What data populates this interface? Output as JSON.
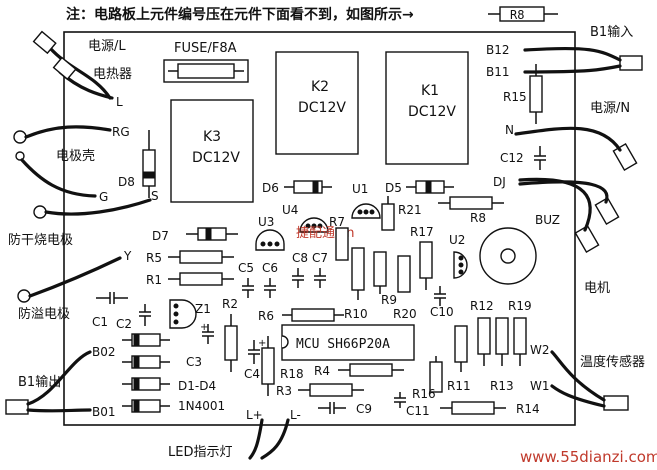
{
  "note": {
    "text": "注：电路板上元件编号压在元件下面看不到，如图所示→",
    "example": "R8"
  },
  "board": {
    "fuse": "FUSE/F8A",
    "relays": [
      {
        "name": "K3",
        "rating": "DC12V"
      },
      {
        "name": "K2",
        "rating": "DC12V"
      },
      {
        "name": "K1",
        "rating": "DC12V"
      }
    ],
    "mcu": "MCU SH66P20A",
    "buzzer": "BUZ",
    "watermark": "捷配通 cn"
  },
  "callouts": {
    "power_l": "电源/L",
    "heater": "电热器",
    "shell": "电极壳",
    "dry_burn": "防干烧电极",
    "overflow": "防溢电极",
    "b1_out": "B1输出",
    "led": "LED指示灯",
    "b1_in": "B1输入",
    "power_n": "电源/N",
    "motor": "电机",
    "temp_sensor": "温度传感器"
  },
  "terminals": {
    "L": "L",
    "RG": "RG",
    "G": "G",
    "S": "S",
    "Y": "Y",
    "B02": "B02",
    "B01": "B01",
    "L_plus": "L+",
    "L_minus": "L-",
    "B12": "B12",
    "B11": "B11",
    "N": "N",
    "DJ": "DJ",
    "W2": "W2",
    "W1": "W1"
  },
  "components": {
    "D8": "D8",
    "D7": "D7",
    "D6": "D6",
    "D5": "D5",
    "D1_D4": "D1-D4",
    "diode_type": "1N4001",
    "U1": "U1",
    "U2": "U2",
    "U3": "U3",
    "U4": "U4",
    "Z1": "Z1",
    "C1": "C1",
    "C2": "C2",
    "C3": "C3",
    "C4": "C4",
    "C5": "C5",
    "C6": "C6",
    "C7": "C7",
    "C8": "C8",
    "C9": "C9",
    "C10": "C10",
    "C11": "C11",
    "C12": "C12",
    "R1": "R1",
    "R2": "R2",
    "R3": "R3",
    "R4": "R4",
    "R5": "R5",
    "R6": "R6",
    "R7": "R7",
    "R8": "R8",
    "R9": "R9",
    "R10": "R10",
    "R11": "R11",
    "R12": "R12",
    "R13": "R13",
    "R14": "R14",
    "R15": "R15",
    "R16": "R16",
    "R17": "R17",
    "R18": "R18",
    "R19": "R19",
    "R20": "R20",
    "R21": "R21"
  },
  "site": "www.55dianzi.com"
}
